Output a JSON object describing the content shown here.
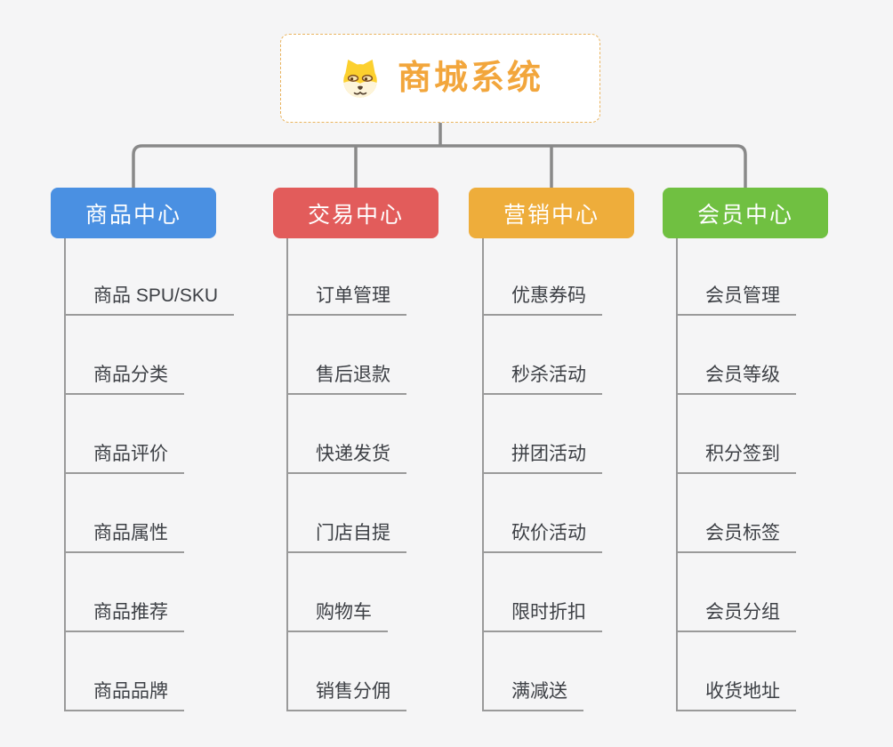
{
  "root": {
    "title": "商城系统",
    "icon": "shiba-dog-icon",
    "accent": "#f2a63c",
    "border_color": "#eab45f"
  },
  "branches": [
    {
      "label": "商品中心",
      "color": "#4a90e2",
      "items": [
        "商品 SPU/SKU",
        "商品分类",
        "商品评价",
        "商品属性",
        "商品推荐",
        "商品品牌"
      ]
    },
    {
      "label": "交易中心",
      "color": "#e25c5b",
      "items": [
        "订单管理",
        "售后退款",
        "快递发货",
        "门店自提",
        "购物车",
        "销售分佣"
      ]
    },
    {
      "label": "营销中心",
      "color": "#eead3b",
      "items": [
        "优惠券码",
        "秒杀活动",
        "拼团活动",
        "砍价活动",
        "限时折扣",
        "满减送"
      ]
    },
    {
      "label": "会员中心",
      "color": "#70c041",
      "items": [
        "会员管理",
        "会员等级",
        "积分签到",
        "会员标签",
        "会员分组",
        "收货地址"
      ]
    }
  ],
  "colors": {
    "background": "#f5f5f6",
    "connector": "#898989",
    "leaf_line": "#9a9a9a"
  }
}
